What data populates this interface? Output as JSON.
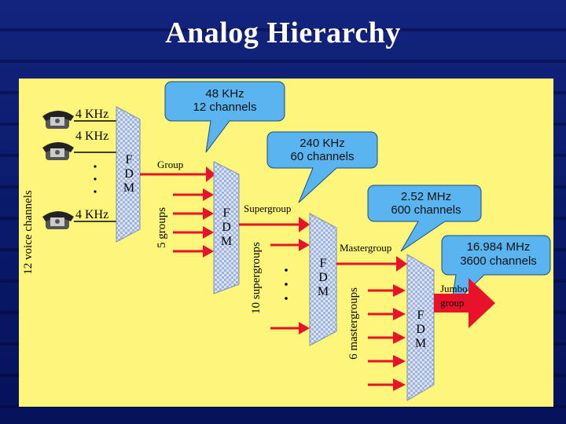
{
  "title": "Analog Hierarchy",
  "colors": {
    "background": "#0b1a6e",
    "panel": "#fdf67a",
    "callout": "#5ab4f0",
    "arrow": "#e8132b",
    "mux": "#b8c8e8"
  },
  "diagram": {
    "voice_channels_label": "12 voice channels",
    "khz_labels": [
      "4 KHz",
      "4 KHz",
      "4 KHz"
    ],
    "fdm_letters": [
      "F",
      "D",
      "M"
    ],
    "group_label": "Group",
    "five_groups_label": "5 groups",
    "supergroup_label": "Supergroup",
    "ten_supergroups_label": "10 supergroups",
    "mastergroup_label": "Mastergroup",
    "six_mastergroups_label": "6 mastergroups",
    "jumbo_group_label": [
      "Jumbo",
      "group"
    ],
    "callouts": [
      {
        "line1": "48 KHz",
        "line2": "12 channels"
      },
      {
        "line1": "240 KHz",
        "line2": "60 channels"
      },
      {
        "line1": "2.52 MHz",
        "line2": "600 channels"
      },
      {
        "line1": "16.984 MHz",
        "line2": "3600  channels"
      }
    ],
    "icons": [
      "telephone-icon",
      "telephone-icon",
      "telephone-icon"
    ]
  }
}
